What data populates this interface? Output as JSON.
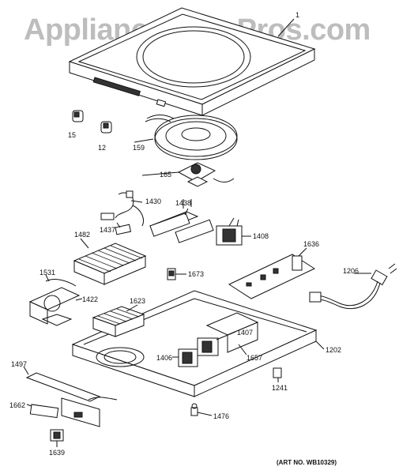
{
  "watermark": "AppliancePartsPros.com",
  "art_number": "(ART NO. WB10329)",
  "callouts": [
    {
      "id": "c1",
      "text": "1"
    },
    {
      "id": "c15",
      "text": "15"
    },
    {
      "id": "c12",
      "text": "12"
    },
    {
      "id": "c159",
      "text": "159"
    },
    {
      "id": "c165",
      "text": "165"
    },
    {
      "id": "c1430",
      "text": "1430"
    },
    {
      "id": "c1437",
      "text": "1437"
    },
    {
      "id": "c1438",
      "text": "1438"
    },
    {
      "id": "c1408",
      "text": "1408"
    },
    {
      "id": "c1482",
      "text": "1482"
    },
    {
      "id": "c1636",
      "text": "1636"
    },
    {
      "id": "c1673",
      "text": "1673"
    },
    {
      "id": "c1531",
      "text": "1531"
    },
    {
      "id": "c1422",
      "text": "1422"
    },
    {
      "id": "c1206",
      "text": "1206"
    },
    {
      "id": "c1623",
      "text": "1623"
    },
    {
      "id": "c1407",
      "text": "1407"
    },
    {
      "id": "c1406",
      "text": "1406"
    },
    {
      "id": "c1657",
      "text": "1657"
    },
    {
      "id": "c1202",
      "text": "1202"
    },
    {
      "id": "c1497",
      "text": "1497"
    },
    {
      "id": "c1241",
      "text": "1241"
    },
    {
      "id": "c1662",
      "text": "1662"
    },
    {
      "id": "c1476",
      "text": "1476"
    },
    {
      "id": "c1639",
      "text": "1639"
    }
  ]
}
